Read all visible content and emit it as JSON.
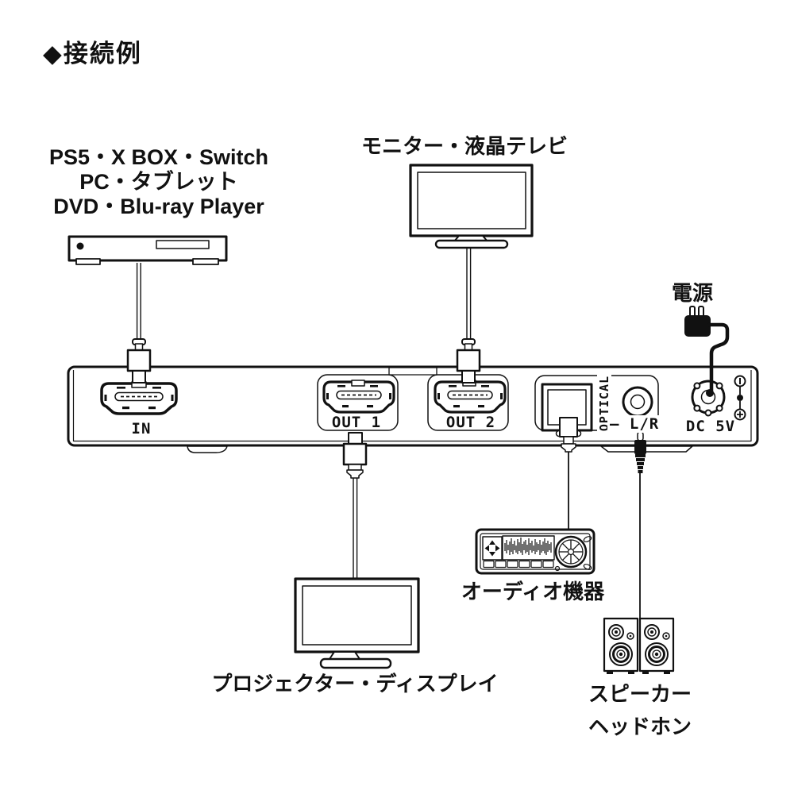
{
  "title": "◆接続例",
  "labels": {
    "source_lines": [
      "PS5・X BOX・Switch",
      "PC・タブレット",
      "DVD・Blu-ray Player"
    ],
    "monitor": "モニター・液晶テレビ",
    "power": "電源",
    "projector": "プロジェクター・ディスプレイ",
    "audio": "オーディオ機器",
    "speakers_lines": [
      "スピーカー",
      "ヘッドホン"
    ]
  },
  "ports": {
    "in": "IN",
    "out1": "OUT 1",
    "out2": "OUT 2",
    "optical": "OPTICAL",
    "lr": "– L/R",
    "dc": "DC 5V"
  },
  "colors": {
    "line": "#111111",
    "bg": "#ffffff"
  }
}
